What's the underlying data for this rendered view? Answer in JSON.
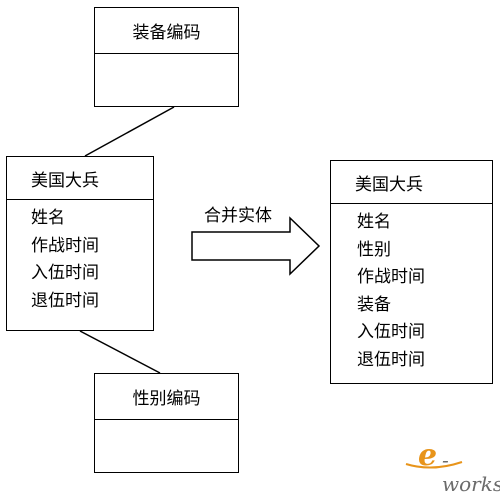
{
  "equipment_code_box": {
    "title": "装备编码"
  },
  "soldier_box_left": {
    "title": "美国大兵",
    "attributes": [
      "姓名",
      "作战时间",
      "入伍时间",
      "退伍时间"
    ]
  },
  "gender_code_box": {
    "title": "性别编码"
  },
  "merge_arrow": {
    "label": "合并实体"
  },
  "soldier_box_right": {
    "title": "美国大兵",
    "attributes": [
      "姓名",
      "性别",
      "作战时间",
      "装备",
      "入伍时间",
      "退伍时间"
    ]
  },
  "watermark": {
    "e": "e",
    "rest": "-works"
  },
  "colors": {
    "stroke": "#000000",
    "watermark_orange": "#e8941a",
    "watermark_gray": "#6b6b6b"
  }
}
